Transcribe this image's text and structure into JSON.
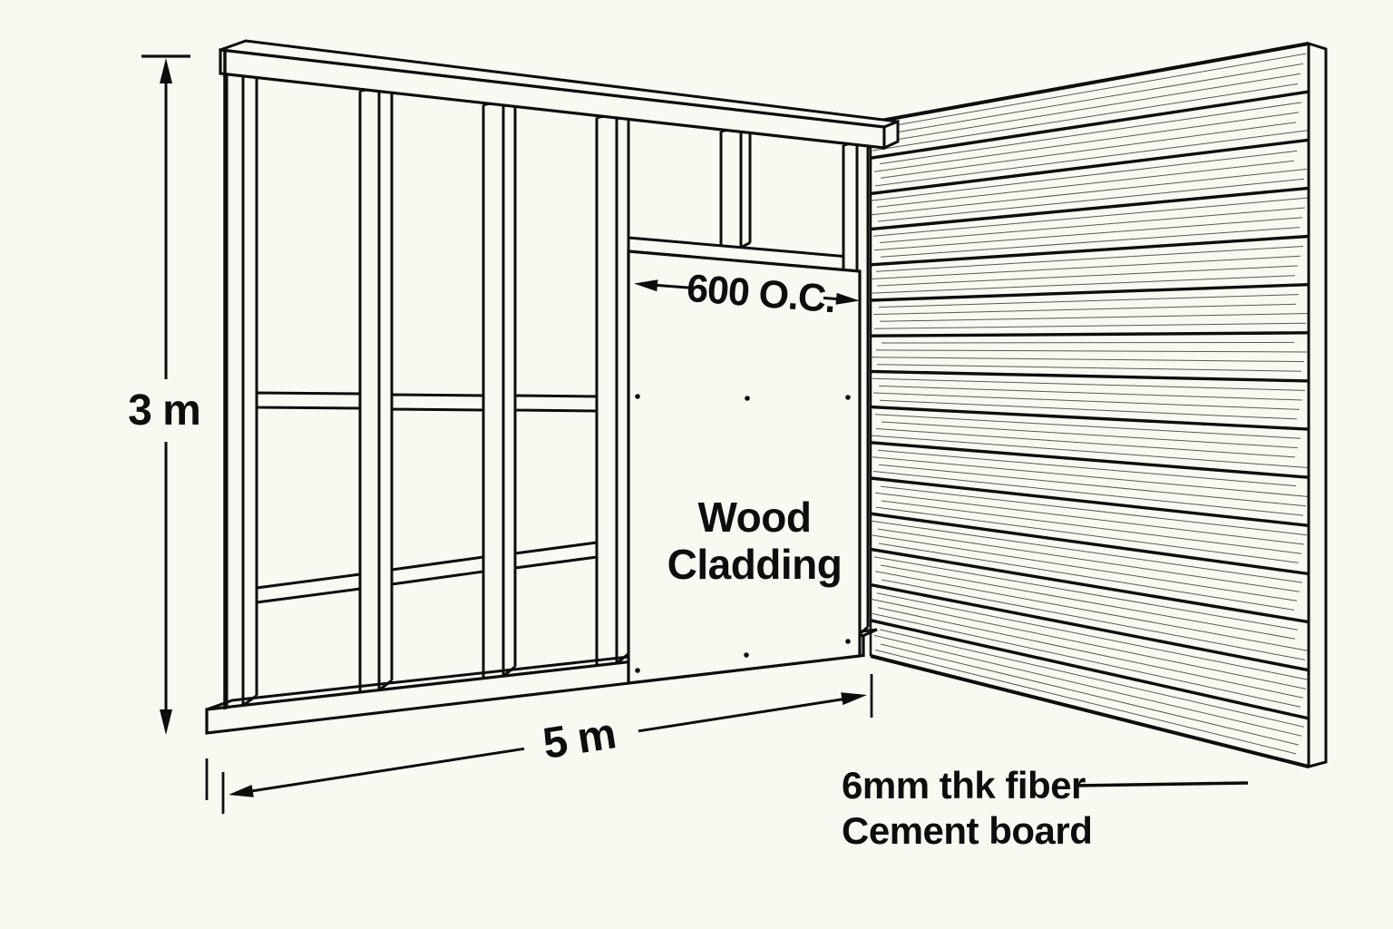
{
  "diagram": {
    "background_color": "#faf9f1",
    "ink_color": "#0d0d0d",
    "dimensions": {
      "height": "3 m",
      "width": "5 m",
      "stud_spacing": "600 O.C."
    },
    "labels": {
      "cladding": {
        "line1": "Wood",
        "line2": "Cladding"
      },
      "board": {
        "line1": "6mm thk fiber",
        "line2": "Cement board"
      }
    }
  }
}
